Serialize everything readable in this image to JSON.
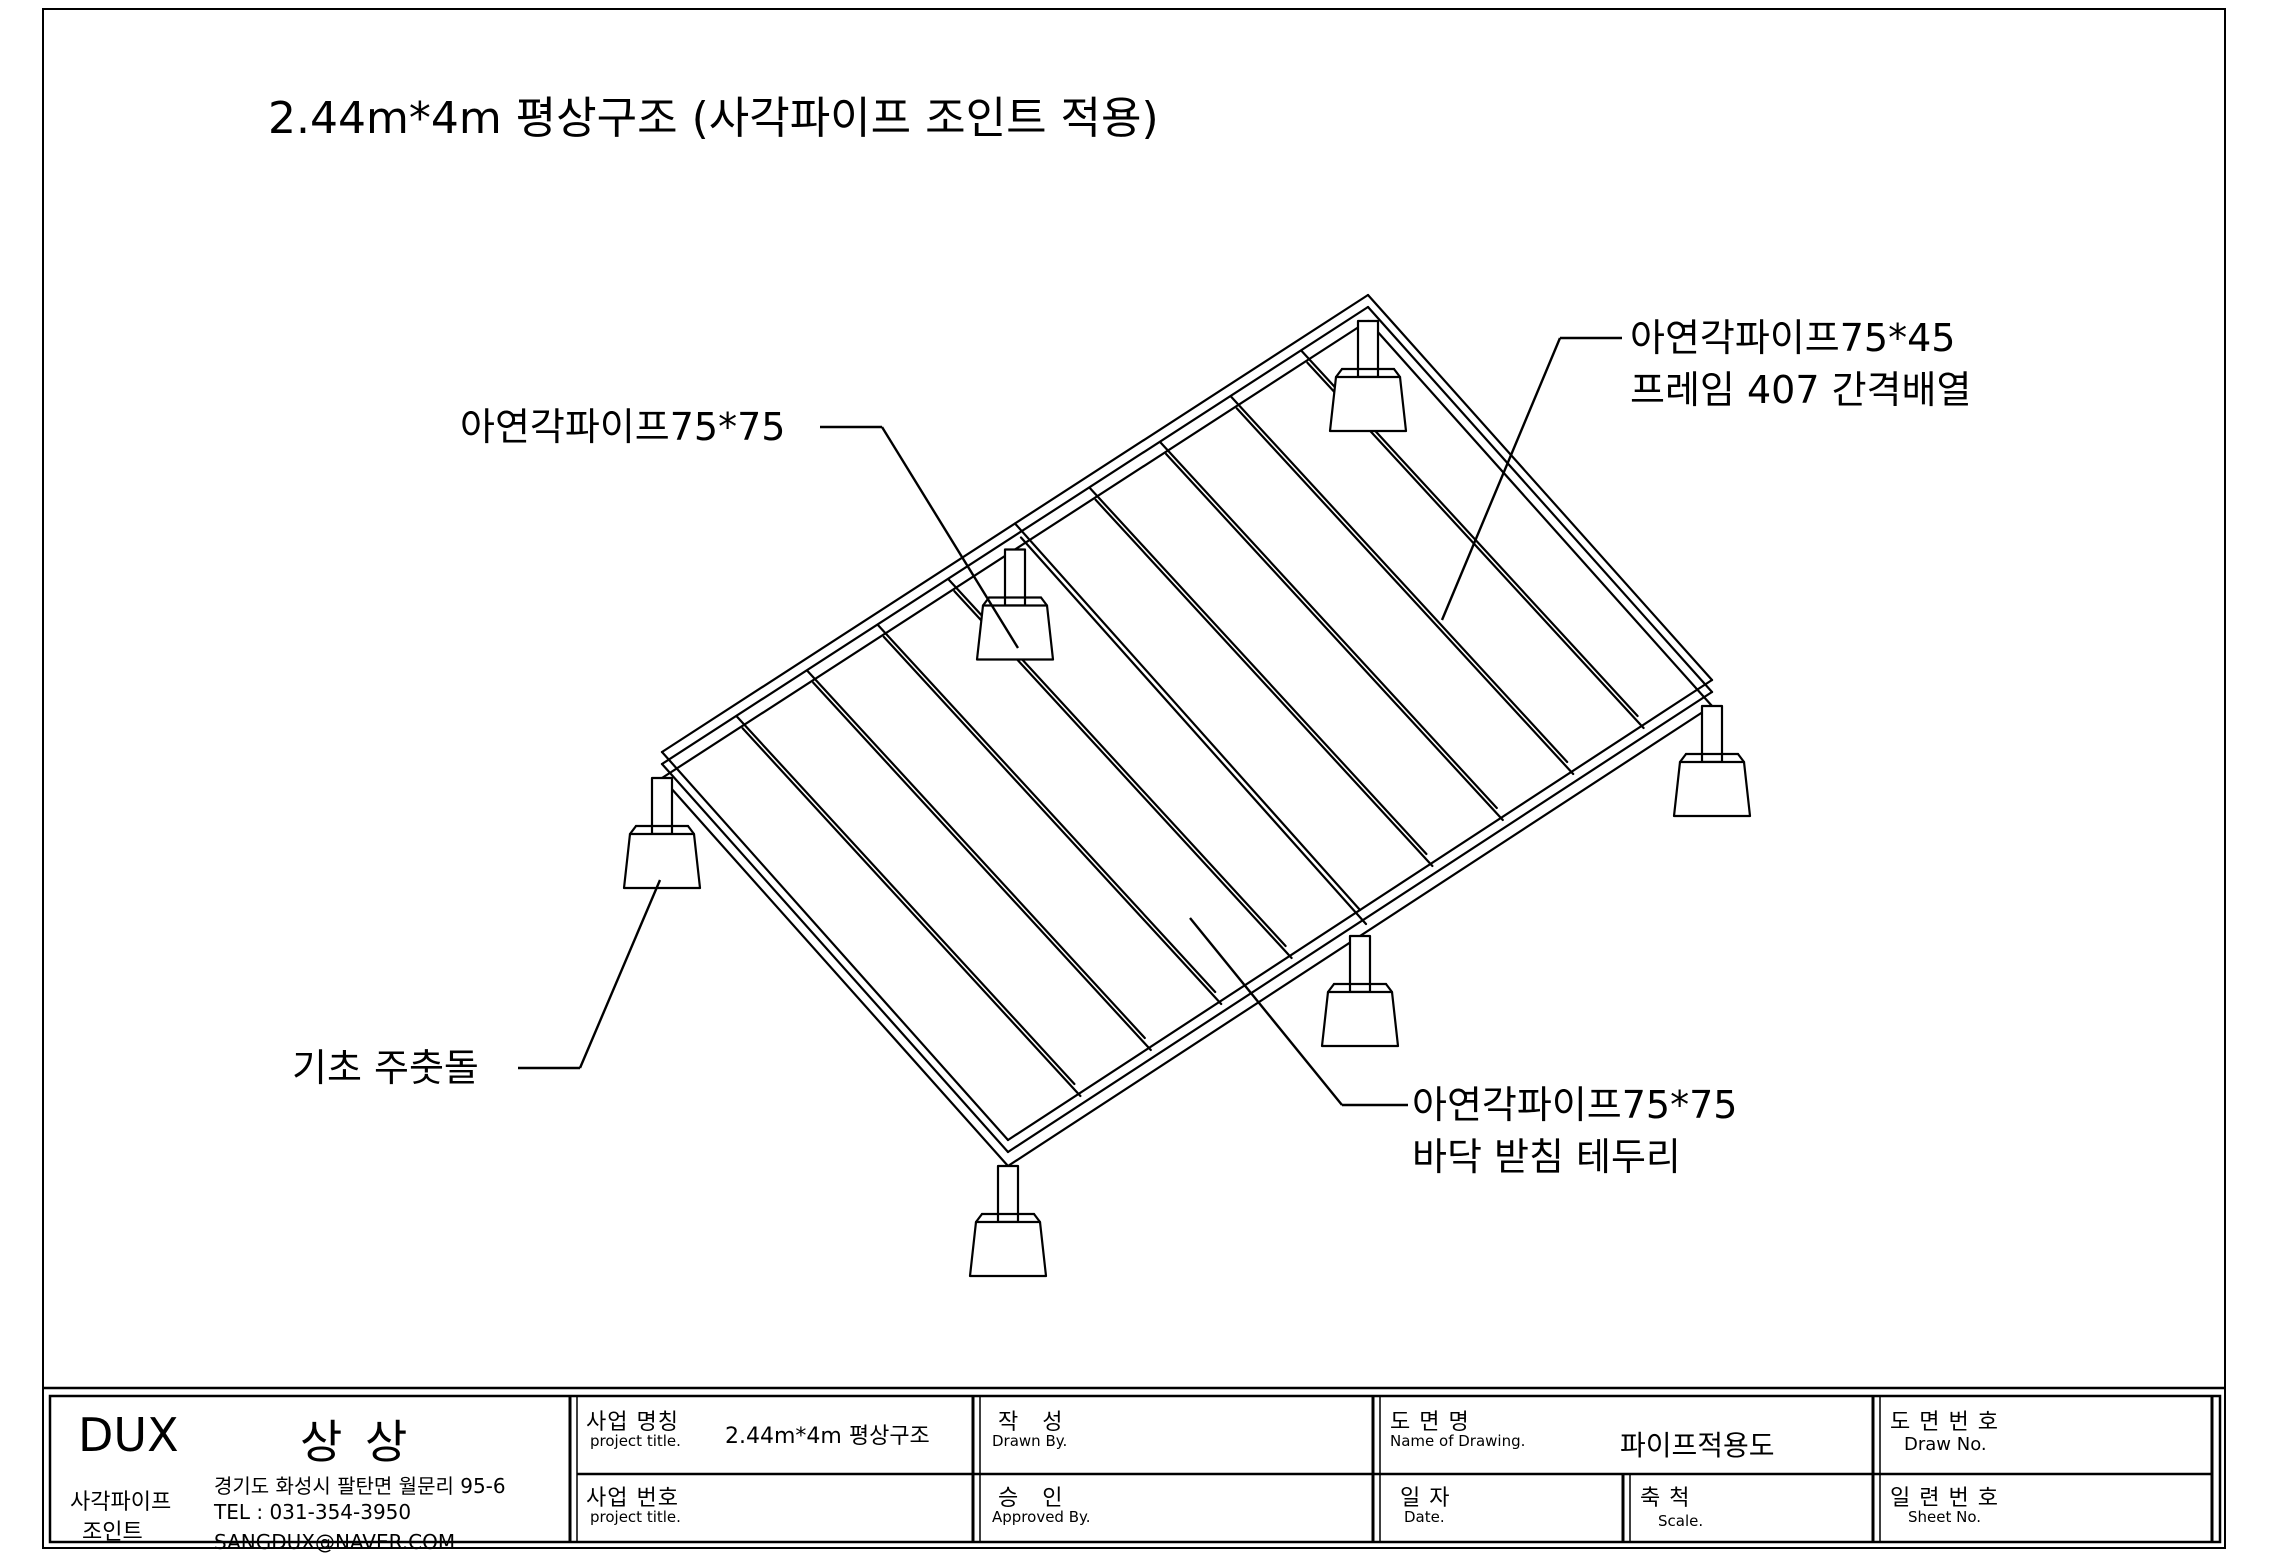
{
  "title": "2.44m*4m 평상구조 (사각파이프 조인트 적용)",
  "callouts": {
    "top_left": "아연각파이프75*75",
    "top_right_line1": "아연각파이프75*45",
    "top_right_line2": "프레임 407 간격배열",
    "bottom_left": "기초 주춧돌",
    "bottom_right_line1": "아연각파이프75*75",
    "bottom_right_line2": "바닥 받침 테두리"
  },
  "title_block": {
    "company": {
      "brand": "DUX",
      "name": "상 상",
      "division_line1": "사각파이프",
      "division_line2": "조인트",
      "address": "경기도 화성시 팔탄면 월문리 95-6",
      "tel": "TEL : 031-354-3950",
      "email": "SANGDUX@NAVER.COM"
    },
    "project_title": {
      "label_ko": "사업 명칭",
      "label_en": "project title.",
      "value": "2.44m*4m 평상구조"
    },
    "project_no": {
      "label_ko": "사업 번호",
      "label_en": "project title.",
      "value": ""
    },
    "drawn_by": {
      "label_ko": "작　성",
      "label_en": "Drawn By.",
      "value": ""
    },
    "approved_by": {
      "label_ko": "승　인",
      "label_en": "Approved By.",
      "value": ""
    },
    "drawing_name": {
      "label_ko": "도 면 명",
      "label_en": "Name of Drawing.",
      "value": "파이프적용도"
    },
    "date": {
      "label_ko": "일 자",
      "label_en": "Date.",
      "value": ""
    },
    "scale": {
      "label_ko": "축 척",
      "label_en": "Scale.",
      "value": ""
    },
    "draw_no": {
      "label_ko": "도 면 번 호",
      "label_en": "Draw No.",
      "value": ""
    },
    "sheet_no": {
      "label_ko": "일 련 번 호",
      "label_en": "Sheet No.",
      "value": ""
    }
  }
}
